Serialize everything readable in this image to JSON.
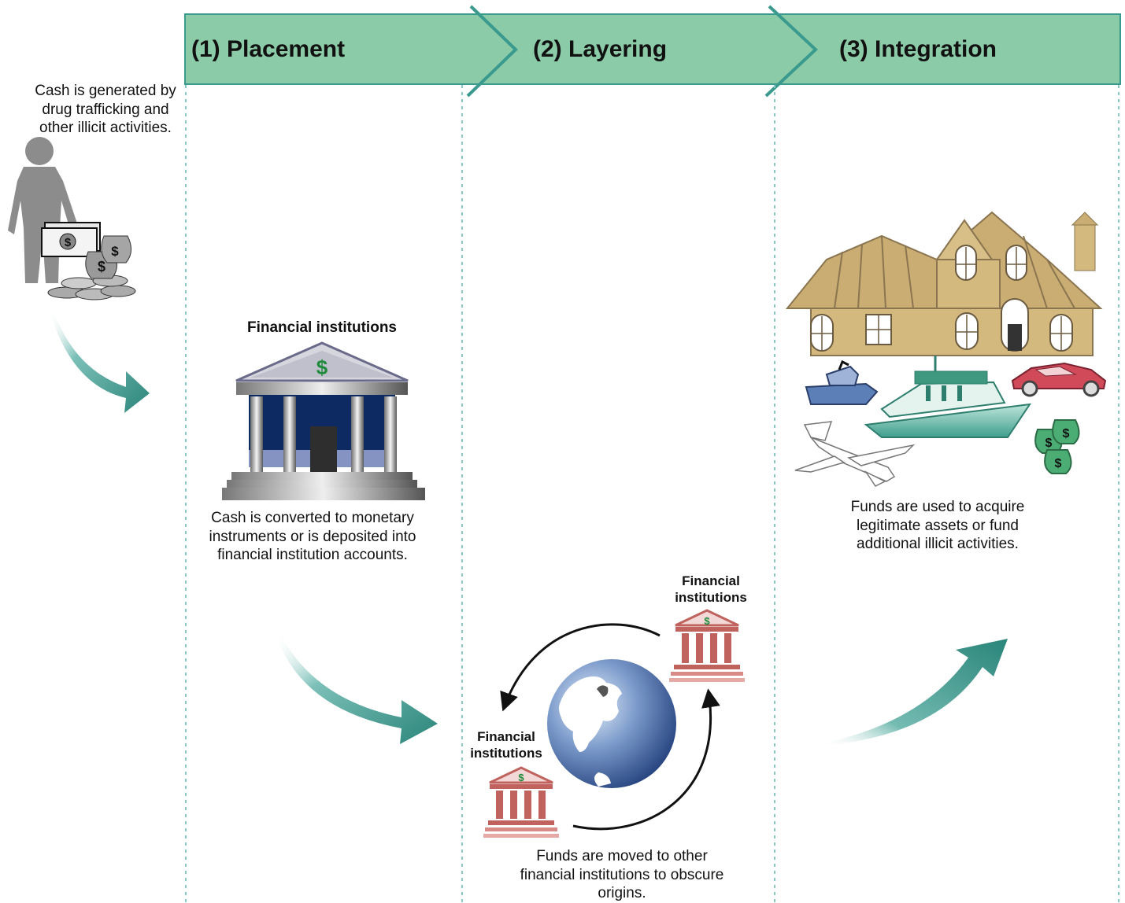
{
  "stages": [
    {
      "label": "(1) Placement"
    },
    {
      "label": "(2) Layering"
    },
    {
      "label": "(3) Integration"
    }
  ],
  "source": {
    "text": "Cash is generated by drug trafficking and other illicit activities."
  },
  "placement": {
    "title": "Financial institutions",
    "text": "Cash is converted to monetary instruments or is deposited into financial institution accounts."
  },
  "layering": {
    "bank_right_label": "Financial institutions",
    "bank_left_label": "Financial institutions",
    "text": "Funds are moved to other financial institutions to obscure origins."
  },
  "integration": {
    "text": "Funds are used to acquire legitimate assets or fund additional illicit activities."
  },
  "icons": [
    "person-icon",
    "money-icon",
    "bank-icon",
    "globe-icon",
    "house-icon",
    "jet-ski-icon",
    "yacht-icon",
    "sports-car-icon",
    "airplane-icon",
    "money-bags-icon"
  ],
  "colors": {
    "banner": "#8ccba7",
    "banner_edge": "#3a9a8e",
    "arrow": "#2f8f84",
    "divider": "#8cc7c4",
    "small_bank": "#c0625e"
  }
}
